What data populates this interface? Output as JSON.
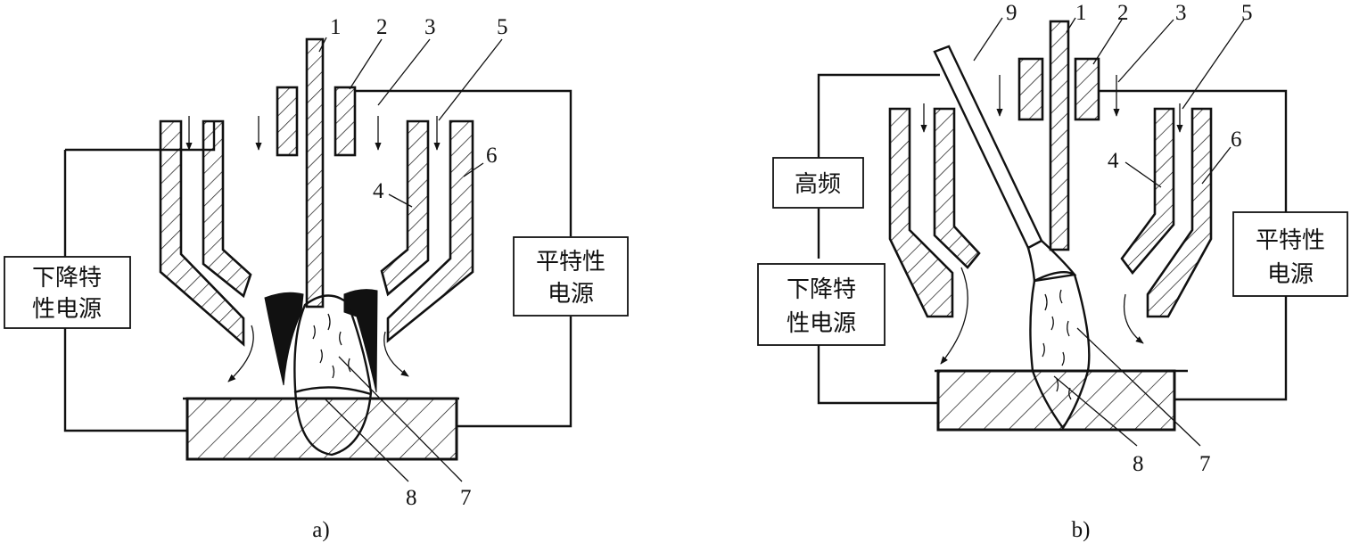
{
  "panel_a": {
    "caption": "a)",
    "callouts": [
      "1",
      "2",
      "3",
      "5",
      "6",
      "4",
      "8",
      "7"
    ],
    "left_box": [
      "下降特",
      "性电源"
    ],
    "right_box": [
      "平特性",
      "电源"
    ]
  },
  "panel_b": {
    "caption": "b)",
    "callouts": [
      "9",
      "1",
      "2",
      "3",
      "5",
      "6",
      "4",
      "8",
      "7"
    ],
    "hf_box": "高频",
    "left_box": [
      "下降特",
      "性电源"
    ],
    "right_box": [
      "平特性",
      "电源"
    ]
  },
  "colors": {
    "ink": "#111111",
    "background": "#ffffff"
  }
}
